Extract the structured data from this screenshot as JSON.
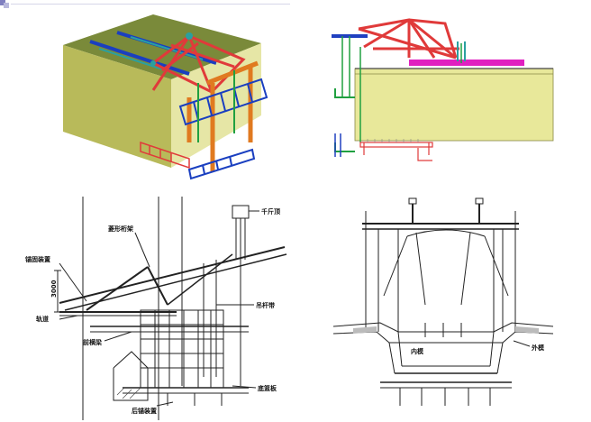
{
  "slide": {
    "marker_icon": "slide-bullet-icon"
  },
  "panels": {
    "top_left": {
      "kind": "3d-render",
      "colors": {
        "box_top": "#7a8a3a",
        "box_side": "#e6e6a6",
        "box_front": "#b8ba5a",
        "truss": "#e03a3a",
        "frame": "#e07a20",
        "lattice": "#1a3fc0",
        "strut": "#2aa0a0"
      }
    },
    "top_right": {
      "kind": "elevation-view",
      "colors": {
        "box": "#e8e89a",
        "deck": "#e020c0",
        "truss": "#e03a3a",
        "beam": "#2040c0",
        "hanger": "#20a040"
      }
    },
    "bottom_left": {
      "kind": "line-drawing",
      "labels": {
        "jack": "千斤顶",
        "truss_main": "菱形桁架",
        "anchor": "锚固装置",
        "dimension": "3000",
        "rail": "轨道",
        "hanger": "吊杆带",
        "front_cross_beam": "前横梁",
        "rear_anchor": "后锚装置",
        "bottom_basket": "底篮板"
      }
    },
    "bottom_right": {
      "kind": "line-drawing",
      "labels": {
        "inner_mold": "内模",
        "outer_mold": "外模"
      }
    }
  }
}
